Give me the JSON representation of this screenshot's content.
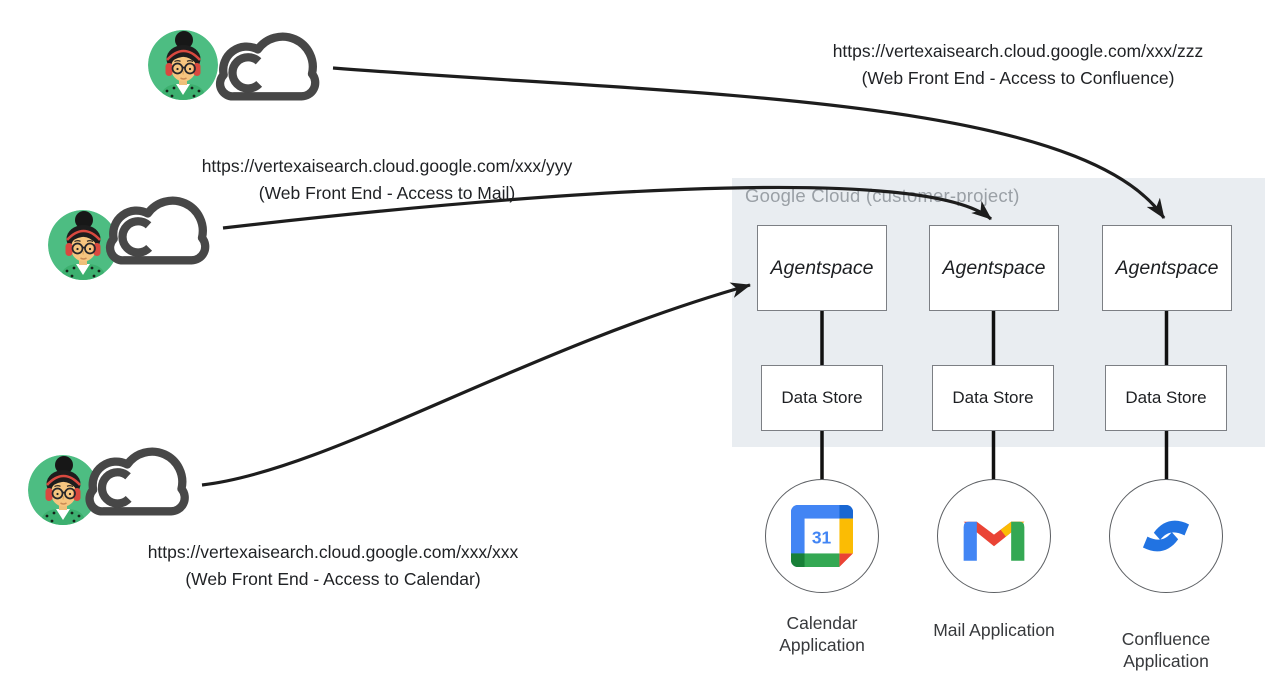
{
  "diagram": {
    "cloud_container_label": "Google Cloud (customer-project)",
    "access_routes": [
      {
        "url": "https://vertexaisearch.cloud.google.com/xxx/zzz",
        "caption": "(Web Front End - Access to Confluence)"
      },
      {
        "url": "https://vertexaisearch.cloud.google.com/xxx/yyy",
        "caption": "(Web Front End - Access to Mail)"
      },
      {
        "url": "https://vertexaisearch.cloud.google.com/xxx/xxx",
        "caption": "(Web Front End - Access to Calendar)"
      }
    ],
    "stacks": [
      {
        "engine": "Agentspace",
        "datastore": "Data Store",
        "application": "Calendar Application",
        "icon": "google-calendar-icon"
      },
      {
        "engine": "Agentspace",
        "datastore": "Data Store",
        "application": "Mail Application",
        "icon": "gmail-icon"
      },
      {
        "engine": "Agentspace",
        "datastore": "Data Store",
        "application": "Confluence Application",
        "icon": "confluence-icon"
      }
    ],
    "icons": {
      "user": "user-avatar-icon",
      "network": "cloud-icon",
      "calendar_day": "31"
    },
    "colors": {
      "container_bg": "#e9edf1",
      "container_label": "#9aa0a6",
      "line": "#1d1d1d",
      "box_border": "#7c7f84",
      "google_blue": "#4285f4",
      "google_dark_blue": "#1967d2",
      "google_red": "#ea4335",
      "google_yellow": "#fbbc04",
      "google_green": "#34a853",
      "google_dark_green": "#188038",
      "confluence_blue": "#2173e2",
      "avatar_green": "#4dbd82",
      "cloud_gray": "#474747"
    }
  }
}
